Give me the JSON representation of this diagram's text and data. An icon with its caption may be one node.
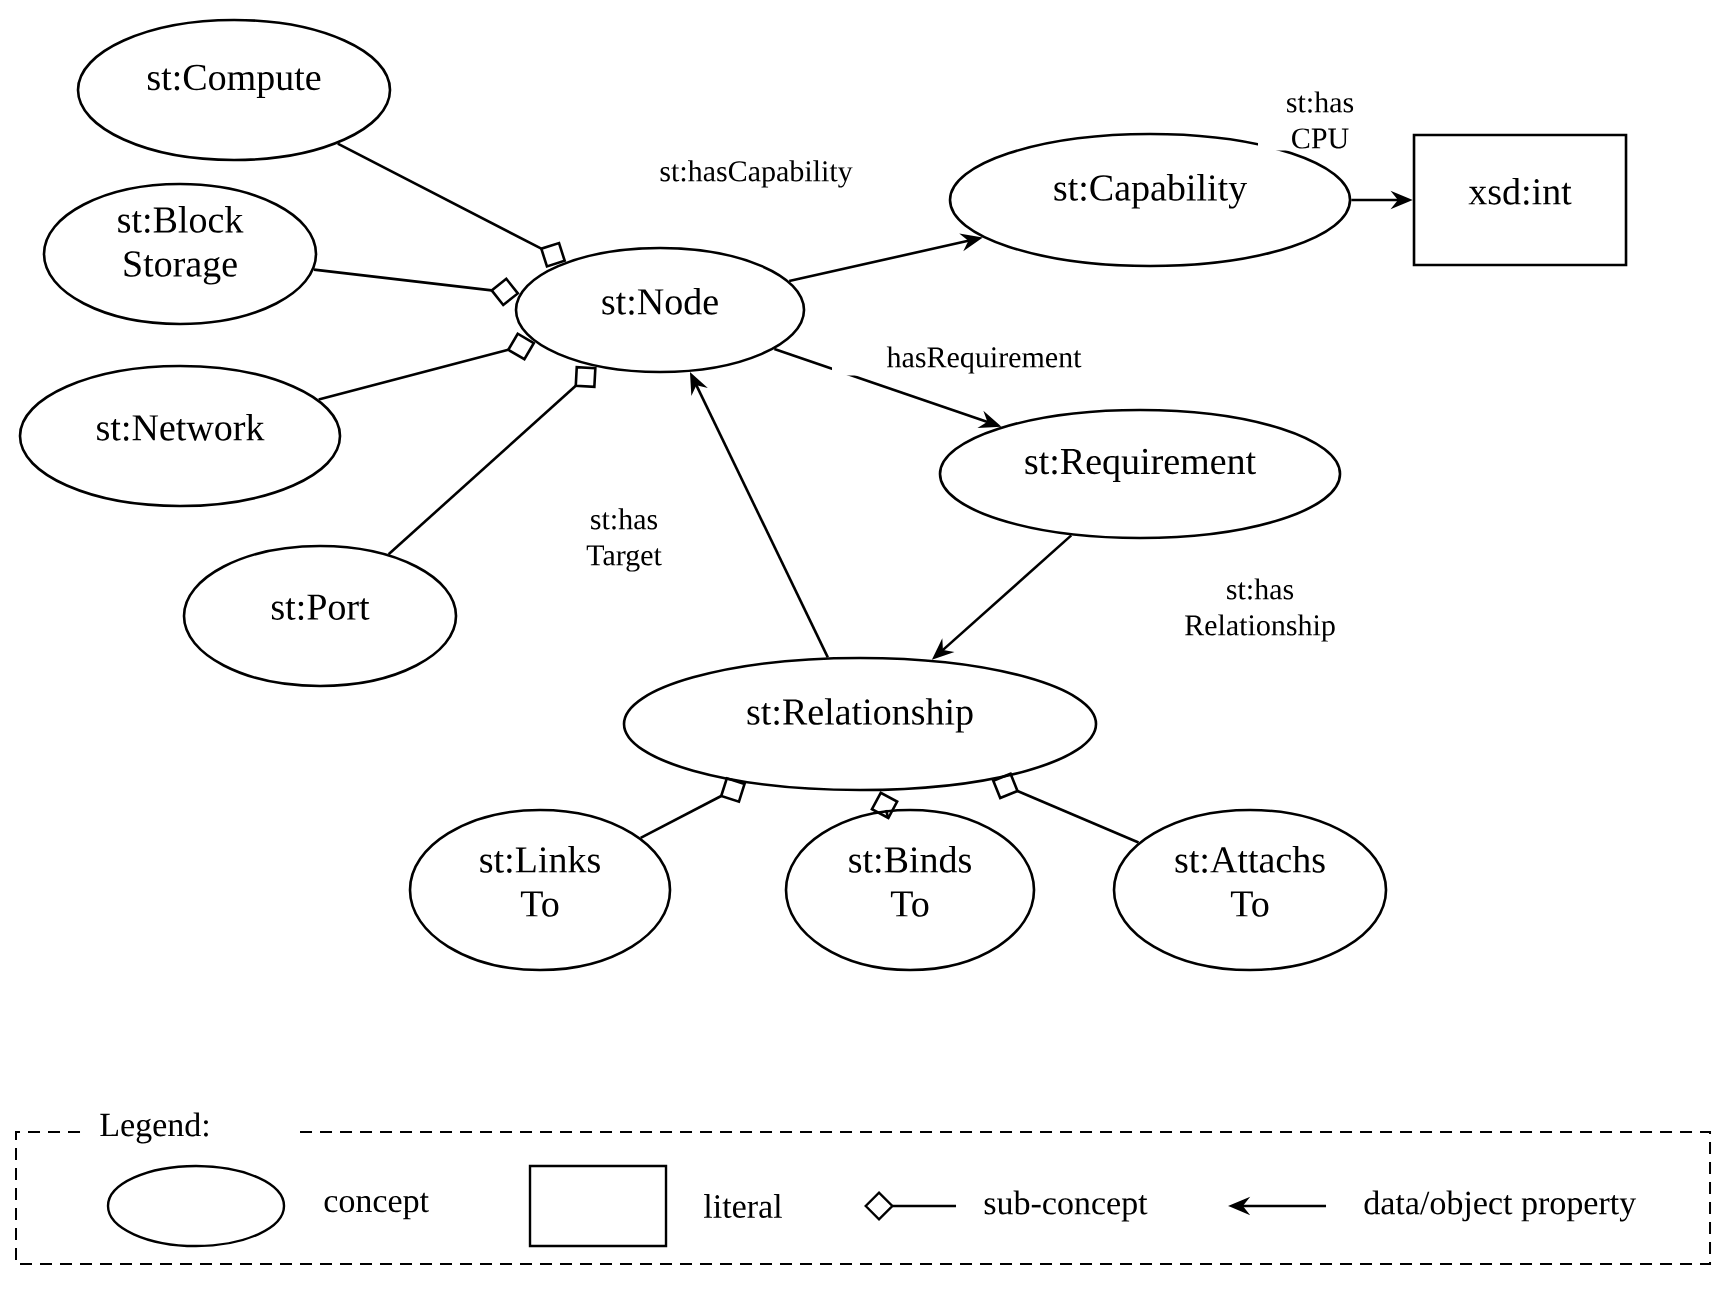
{
  "diagram": {
    "nodes": [
      {
        "text": [
          "st:Compute"
        ]
      },
      {
        "text": [
          "st:Block Storage"
        ]
      },
      {
        "text": [
          "st:Node"
        ]
      },
      {
        "text": [
          "st:Network"
        ]
      },
      {
        "text": [
          "st:Port"
        ]
      },
      {
        "text": [
          "st:Capability"
        ]
      },
      {
        "text": [
          "xsd:int"
        ]
      },
      {
        "text": [
          "st:Requirement"
        ]
      },
      {
        "text": [
          "st:Relationship"
        ]
      },
      {
        "text": [
          "st:Links To"
        ]
      },
      {
        "text": [
          "st:Binds To"
        ]
      },
      {
        "text": [
          "st:Attachs To"
        ]
      }
    ],
    "edges": [
      {
        "from": 0,
        "to": 2,
        "arrow": "other"
      },
      {
        "from": 1,
        "to": 2,
        "arrow": "other"
      },
      {
        "from": 3,
        "to": 2,
        "arrow": "other"
      },
      {
        "from": 4,
        "to": 2,
        "arrow": "other"
      },
      {
        "from": 2,
        "to": 5,
        "arrow": "to",
        "label": "st:hasCapability"
      },
      {
        "from": 5,
        "to": 6,
        "arrow": "to",
        "label": "st:has CPU"
      },
      {
        "from": 2,
        "to": 7,
        "arrow": "to",
        "label": "hasRequirement"
      },
      {
        "from": 7,
        "to": 8,
        "arrow": "to",
        "label": "st:has Relationship"
      },
      {
        "from": 8,
        "to": 2,
        "arrow": "to",
        "label": "st:has Target"
      },
      {
        "from": 9,
        "to": 8,
        "arrow": "other"
      },
      {
        "from": 10,
        "to": 8,
        "arrow": "other"
      },
      {
        "from": 11,
        "to": 8,
        "arrow": "other"
      }
    ],
    "labels": [
      "Legend:"
    ],
    "legend": [
      {
        "text": "concept"
      },
      {
        "text": "literal"
      },
      {
        "text": "sub-concept"
      },
      {
        "text": "data/object property"
      }
    ]
  }
}
